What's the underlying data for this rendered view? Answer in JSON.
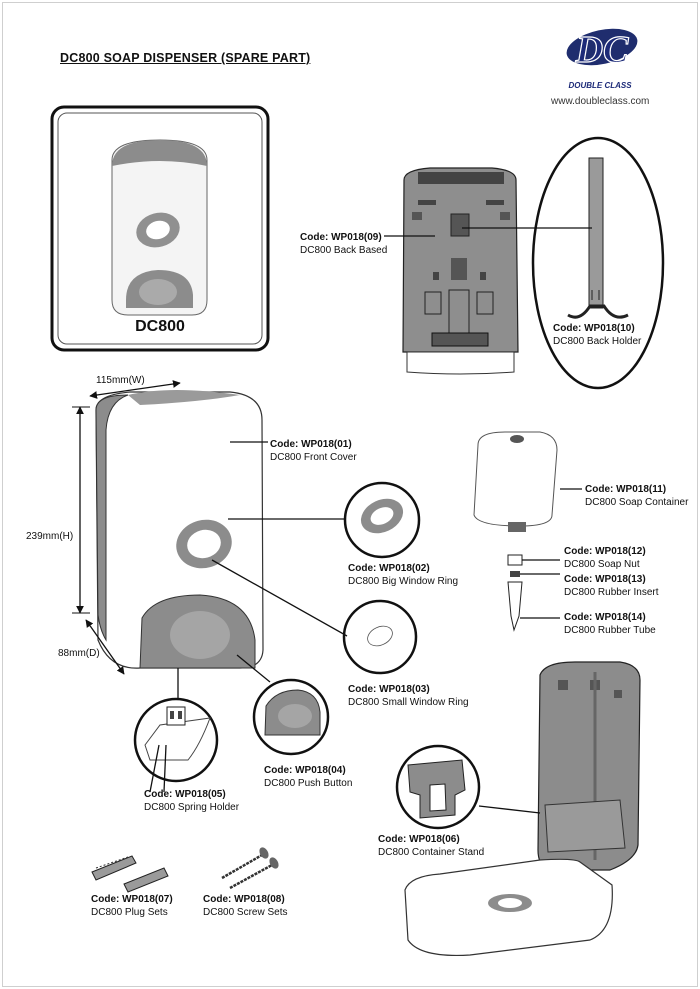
{
  "title": "DC800 SOAP DISPENSER (SPARE PART)",
  "brand": {
    "logo_letters": "DC",
    "tagline": "DOUBLE CLASS",
    "website": "www.doubleclass.com"
  },
  "preview": {
    "model_label": "DC800"
  },
  "dimensions": {
    "width": "115mm(W)",
    "height": "239mm(H)",
    "depth": "88mm(D)"
  },
  "parts": [
    {
      "code": "Code: WP018(09)",
      "name": "DC800 Back Based"
    },
    {
      "code": "Code: WP018(10)",
      "name": "DC800 Back Holder"
    },
    {
      "code": "Code: WP018(01)",
      "name": "DC800 Front Cover"
    },
    {
      "code": "Code: WP018(11)",
      "name": "DC800 Soap Container"
    },
    {
      "code": "Code: WP018(02)",
      "name": "DC800 Big Window Ring"
    },
    {
      "code": "Code: WP018(12)",
      "name": "DC800 Soap Nut"
    },
    {
      "code": "Code: WP018(13)",
      "name": "DC800 Rubber Insert"
    },
    {
      "code": "Code: WP018(14)",
      "name": "DC800 Rubber Tube"
    },
    {
      "code": "Code: WP018(03)",
      "name": "DC800 Small Window Ring"
    },
    {
      "code": "Code: WP018(04)",
      "name": "DC800 Push Button"
    },
    {
      "code": "Code: WP018(05)",
      "name": "DC800 Spring Holder"
    },
    {
      "code": "Code: WP018(06)",
      "name": "DC800 Container Stand"
    },
    {
      "code": "Code: WP018(07)",
      "name": "DC800 Plug Sets"
    },
    {
      "code": "Code: WP018(08)",
      "name": "DC800 Screw Sets"
    }
  ]
}
